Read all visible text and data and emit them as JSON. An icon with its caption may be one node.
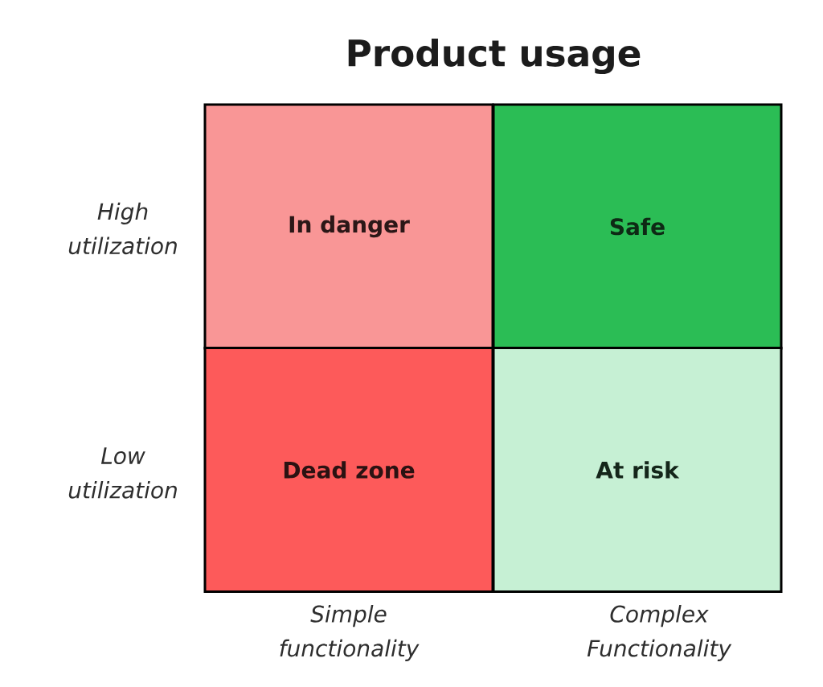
{
  "diagram": {
    "title": "Product usage",
    "nodes": [
      {
        "text": [
          "In danger"
        ]
      },
      {
        "text": [
          "Safe"
        ]
      },
      {
        "text": [
          "Dead zone"
        ]
      },
      {
        "text": [
          "At risk"
        ]
      }
    ],
    "labels": [
      "High utilization",
      "Low utilization",
      "Simple functionality",
      "Complex Functionality"
    ]
  }
}
